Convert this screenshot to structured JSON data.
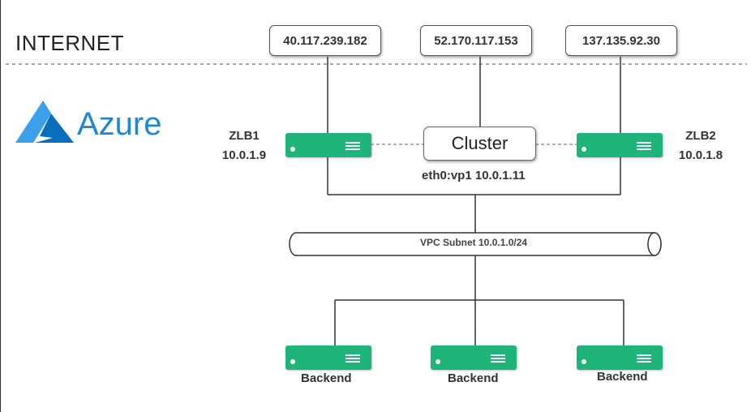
{
  "zone_internet": {
    "title": "INTERNET"
  },
  "zone_cloud": {
    "brand": "Azure",
    "brand_color": "#1e88d4",
    "icon": "azure-logo-icon"
  },
  "public_ips": [
    "40.117.239.182",
    "52.170.117.153",
    "137.135.92.30"
  ],
  "load_balancers": [
    {
      "name": "ZLB1",
      "ip": "10.0.1.9",
      "icon": "server-icon"
    },
    {
      "name": "ZLB2",
      "ip": "10.0.1.8",
      "icon": "server-icon"
    }
  ],
  "cluster": {
    "label": "Cluster",
    "vip": "eth0:vp1 10.0.1.11"
  },
  "subnet": {
    "label": "VPC Subnet 10.0.1.0/24"
  },
  "backends": [
    {
      "label": "Backend",
      "icon": "server-icon"
    },
    {
      "label": "Backend",
      "icon": "server-icon"
    },
    {
      "label": "Backend",
      "icon": "server-icon"
    }
  ],
  "colors": {
    "server": "#1fb57a",
    "line": "#333333",
    "dashed": "#888888"
  }
}
